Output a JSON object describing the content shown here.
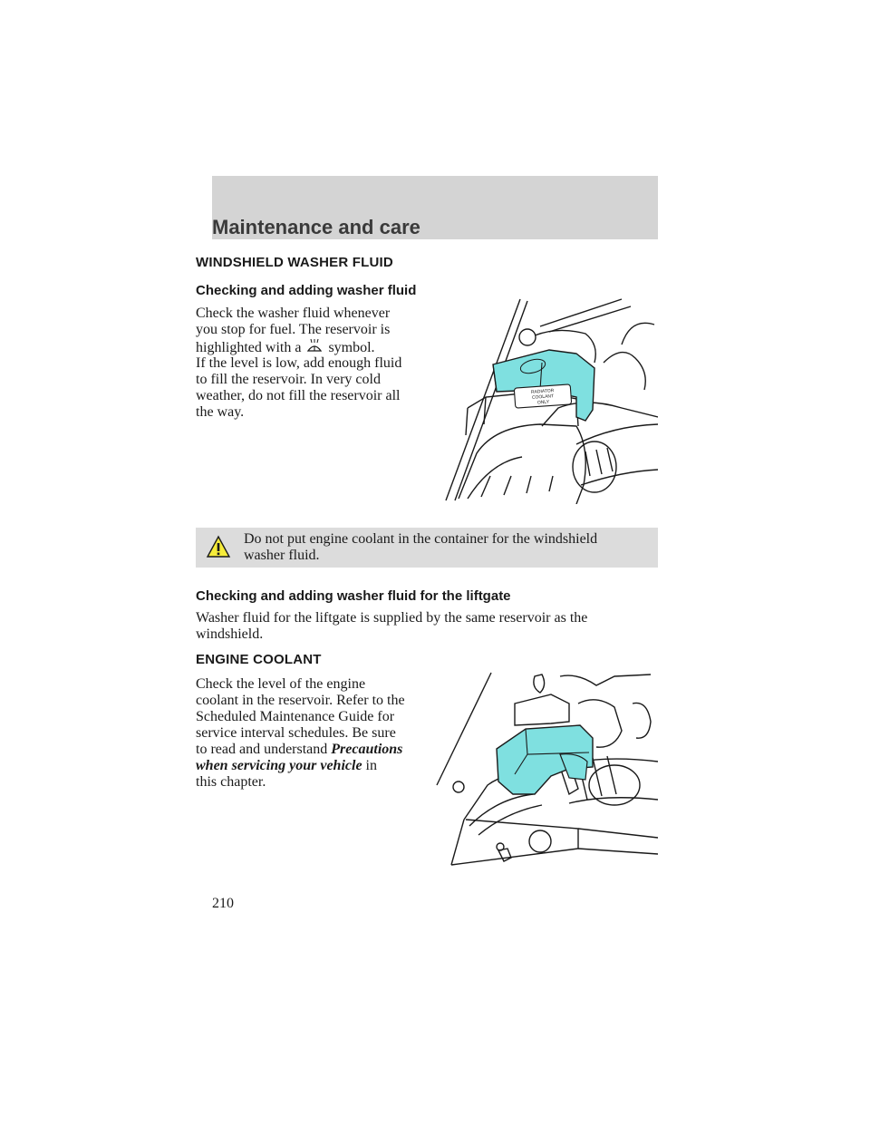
{
  "header": {
    "title": "Maintenance and care"
  },
  "washer": {
    "heading": "WINDSHIELD WASHER FLUID",
    "subheading": "Checking and adding washer fluid",
    "para1": {
      "l1": "Check the washer fluid whenever",
      "l2": "you stop for fuel. The reservoir is",
      "l3a": "highlighted with a",
      "l3b": "symbol."
    },
    "para2": {
      "l1": "If the level is low, add enough fluid",
      "l2": "to fill the reservoir. In very cold",
      "l3": "weather, do not fill the reservoir all",
      "l4": "the way."
    },
    "figure_label_1": "RADIATOR",
    "figure_label_2": "COOLANT",
    "figure_label_3": "ONLY"
  },
  "warning": {
    "l1": "Do not put engine coolant in the container for the windshield",
    "l2": "washer fluid."
  },
  "liftgate": {
    "subheading": "Checking and adding washer fluid for the liftgate",
    "l1": "Washer fluid for the liftgate is supplied by the same reservoir as the",
    "l2": "windshield."
  },
  "coolant": {
    "heading": "ENGINE COOLANT",
    "l1": "Check the level of the engine",
    "l2": "coolant in the reservoir. Refer to the",
    "l3": "Scheduled Maintenance Guide for",
    "l4": "service interval schedules. Be sure",
    "l5a": "to read and understand",
    "l5b": "Precautions",
    "l6a": "when servicing your vehicle",
    "l6b": "in",
    "l7": "this chapter."
  },
  "page_number": "210",
  "colors": {
    "highlight": "#7fe0e0",
    "band": "#d4d4d4",
    "warning_bg": "#dcdcdc"
  },
  "icons": {
    "washer": "washer-symbol-icon",
    "warning": "warning-triangle-icon"
  }
}
